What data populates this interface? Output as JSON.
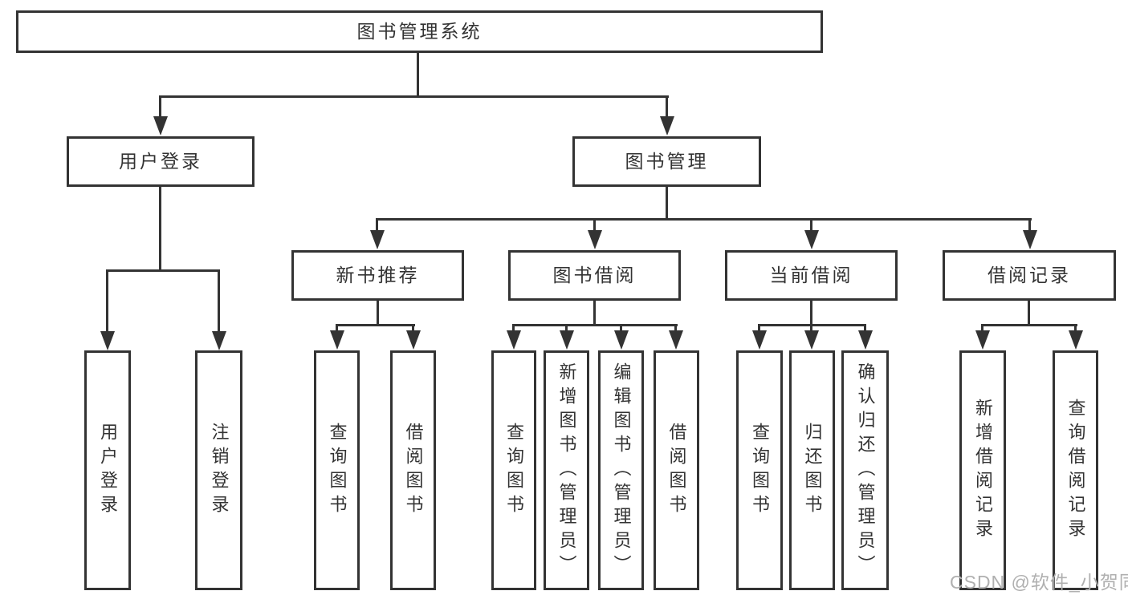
{
  "diagram": {
    "title": "图书管理系统",
    "children": [
      {
        "label": "用户登录",
        "children": [
          {
            "label": "用户登录"
          },
          {
            "label": "注销登录"
          }
        ]
      },
      {
        "label": "图书管理",
        "children": [
          {
            "label": "新书推荐",
            "children": [
              {
                "label": "查询图书"
              },
              {
                "label": "借阅图书"
              }
            ]
          },
          {
            "label": "图书借阅",
            "children": [
              {
                "label": "查询图书"
              },
              {
                "label": "新增图书（管理员）"
              },
              {
                "label": "编辑图书（管理员）"
              },
              {
                "label": "借阅图书"
              }
            ]
          },
          {
            "label": "当前借阅",
            "children": [
              {
                "label": "查询图书"
              },
              {
                "label": "归还图书"
              },
              {
                "label": "确认归还（管理员）"
              }
            ]
          },
          {
            "label": "借阅记录",
            "children": [
              {
                "label": "新增借阅记录"
              },
              {
                "label": "查询借阅记录"
              }
            ]
          }
        ]
      }
    ],
    "watermark": "CSDN @软件_小贺同学",
    "colors": {
      "line": "#333333",
      "text": "#333333",
      "background": "#ffffff",
      "watermark": "#b0b0b0"
    }
  }
}
